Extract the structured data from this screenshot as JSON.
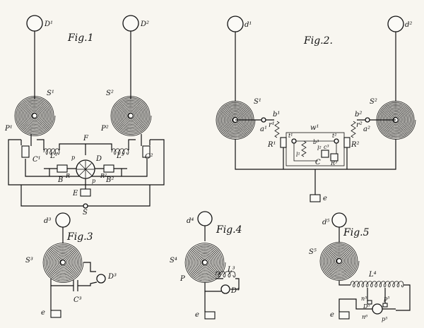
{
  "figures": {
    "fig1": {
      "title": "Fig.1",
      "labels": {
        "D1": "D¹",
        "D2": "D²",
        "S1": "S¹",
        "S2": "S²",
        "P1": "P¹",
        "P2": "P²",
        "C1": "C¹",
        "C2": "C²",
        "L1": "L¹",
        "L2": "L²",
        "F": "F",
        "D": "D",
        "p1": "p",
        "p2": "p",
        "R": "R",
        "R2": "R²",
        "B": "B",
        "B2": "B²",
        "E": "E",
        "S": "S"
      }
    },
    "fig2": {
      "title": "Fig.2.",
      "labels": {
        "d1": "d¹",
        "d2": "d²",
        "S1": "S¹",
        "S2": "S²",
        "b1": "b¹",
        "b2": "b²",
        "a1": "a¹",
        "a2": "a²",
        "r1": "r¹",
        "r2": "r²",
        "R1": "R¹",
        "R2": "R²",
        "w1": "w¹",
        "t1": "t¹",
        "t2": "t²",
        "l1": "l¹",
        "l2": "l²",
        "b3": "b³",
        "c3": "c³",
        "C": "C",
        "R3": "R³",
        "e": "e"
      }
    },
    "fig3": {
      "title": "Fig.3",
      "labels": {
        "d3": "d³",
        "S3": "S³",
        "D3": "D³",
        "C3": "C³",
        "e": "e"
      }
    },
    "fig4": {
      "title": "Fig.4",
      "labels": {
        "d4": "d⁴",
        "S4": "S⁴",
        "P": "P",
        "L3": "L³",
        "D4": "D⁴",
        "e": "e"
      }
    },
    "fig5": {
      "title": "Fig.5",
      "labels": {
        "d5": "d⁵",
        "S5": "S⁵",
        "L4": "L⁴",
        "D5": "D⁵",
        "n5": "n⁵",
        "p5a": "p⁵",
        "p5b": "p⁵",
        "n6": "n⁶",
        "e": "e"
      }
    }
  }
}
